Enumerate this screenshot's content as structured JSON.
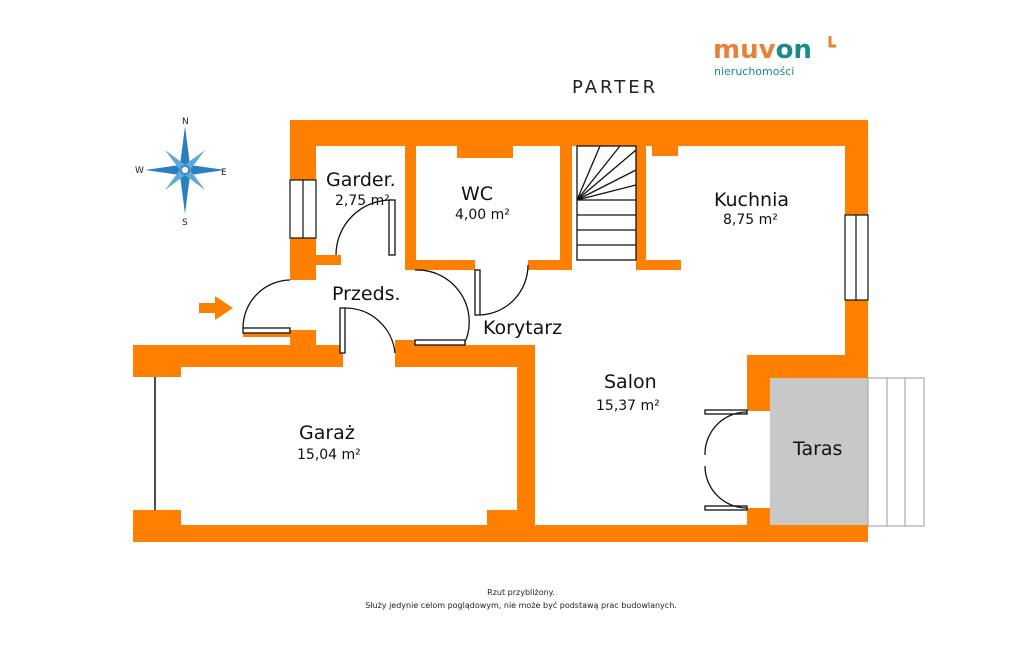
{
  "plan_title": "PARTER",
  "brand": {
    "name_part1": "muv",
    "name_part2": "on",
    "tagline": "nieruchomości",
    "color_orange": "#e8823a",
    "color_teal": "#1a8b8b"
  },
  "compass": {
    "n": "N",
    "s": "S",
    "e": "E",
    "w": "W"
  },
  "rooms": {
    "garder": {
      "name": "Garder.",
      "area": "2,75 m²"
    },
    "wc": {
      "name": "WC",
      "area": "4,00 m²"
    },
    "kuchnia": {
      "name": "Kuchnia",
      "area": "8,75 m²"
    },
    "przeds": {
      "name": "Przeds."
    },
    "korytarz": {
      "name": "Korytarz"
    },
    "salon": {
      "name": "Salon",
      "area": "15,37 m²"
    },
    "garaz": {
      "name": "Garaż",
      "area": "15,04 m²"
    },
    "taras": {
      "name": "Taras"
    }
  },
  "footer": {
    "line1": "Rzut przybliżony.",
    "line2": "Służy jedynie celom poglądowym, nie może być podstawą prac budowlanych."
  },
  "colors": {
    "wall": "#ff8000",
    "terrace": "#c8c8c8",
    "compass": "#2a7fc0"
  }
}
